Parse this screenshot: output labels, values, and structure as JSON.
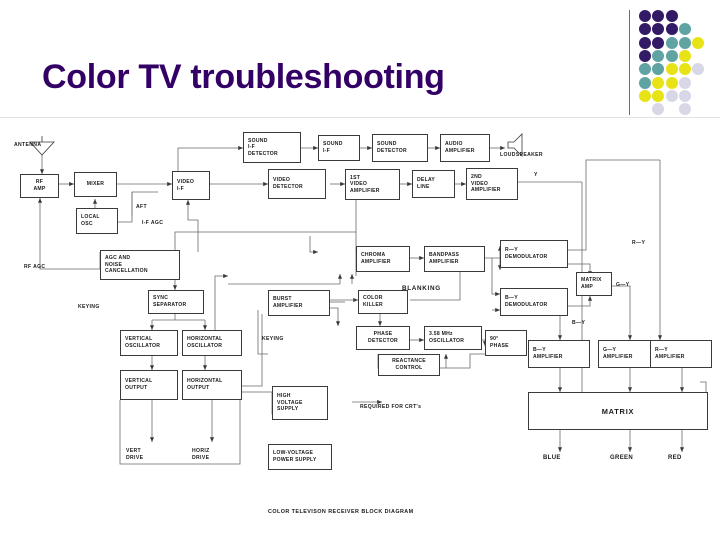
{
  "slide": {
    "title": "Color TV troubleshooting",
    "title_color": "#330066"
  },
  "decoration": {
    "name": "dot-grid-motif",
    "colors": {
      "purple": "#331a66",
      "teal": "#5fa3a3",
      "yellow": "#e8e317",
      "lavender": "#d7d7e8"
    },
    "dots": [
      {
        "col": 0,
        "row": 0,
        "color": "#331a66"
      },
      {
        "col": 1,
        "row": 0,
        "color": "#331a66"
      },
      {
        "col": 2,
        "row": 0,
        "color": "#331a66"
      },
      {
        "col": 0,
        "row": 1,
        "color": "#331a66"
      },
      {
        "col": 1,
        "row": 1,
        "color": "#331a66"
      },
      {
        "col": 2,
        "row": 1,
        "color": "#331a66"
      },
      {
        "col": 3,
        "row": 1,
        "color": "#5fa3a3"
      },
      {
        "col": 0,
        "row": 2,
        "color": "#331a66"
      },
      {
        "col": 1,
        "row": 2,
        "color": "#331a66"
      },
      {
        "col": 2,
        "row": 2,
        "color": "#5fa3a3"
      },
      {
        "col": 3,
        "row": 2,
        "color": "#5fa3a3"
      },
      {
        "col": 4,
        "row": 2,
        "color": "#e8e317"
      },
      {
        "col": 0,
        "row": 3,
        "color": "#331a66"
      },
      {
        "col": 1,
        "row": 3,
        "color": "#5fa3a3"
      },
      {
        "col": 2,
        "row": 3,
        "color": "#5fa3a3"
      },
      {
        "col": 3,
        "row": 3,
        "color": "#e8e317"
      },
      {
        "col": 0,
        "row": 4,
        "color": "#5fa3a3"
      },
      {
        "col": 1,
        "row": 4,
        "color": "#5fa3a3"
      },
      {
        "col": 2,
        "row": 4,
        "color": "#e8e317"
      },
      {
        "col": 3,
        "row": 4,
        "color": "#e8e317"
      },
      {
        "col": 4,
        "row": 4,
        "color": "#d7d7e8"
      },
      {
        "col": 0,
        "row": 5,
        "color": "#5fa3a3"
      },
      {
        "col": 1,
        "row": 5,
        "color": "#e8e317"
      },
      {
        "col": 2,
        "row": 5,
        "color": "#e8e317"
      },
      {
        "col": 3,
        "row": 5,
        "color": "#d7d7e8"
      },
      {
        "col": 0,
        "row": 6,
        "color": "#e8e317"
      },
      {
        "col": 1,
        "row": 6,
        "color": "#e8e317"
      },
      {
        "col": 2,
        "row": 6,
        "color": "#d7d7e8"
      },
      {
        "col": 3,
        "row": 6,
        "color": "#d7d7e8"
      },
      {
        "col": 1,
        "row": 7,
        "color": "#d7d7e8"
      },
      {
        "col": 3,
        "row": 7,
        "color": "#d7d7e8"
      }
    ]
  },
  "diagram": {
    "caption": "COLOR TELEVISON RECEIVER BLOCK DIAGRAM",
    "blocks": {
      "rf_amp": "RF\nAMP",
      "mixer": "MIXER",
      "local_osc": "LOCAL\nOSC",
      "agc_noise": "AGC AND\nNOISE\nCANCELLATION",
      "video_if": "VIDEO\nI-F",
      "sound_if_detector": "SOUND\nI-F\nDETECTOR",
      "sound_if": "SOUND\nI-F",
      "sound_detector": "SOUND\nDETECTOR",
      "audio_amplifier": "AUDIO\nAMPLIFIER",
      "video_detector": "VIDEO\nDETECTOR",
      "first_video_amplifier": "1ST\nVIDEO\nAMPLIFIER",
      "delay_line": "DELAY\nLINE",
      "second_video_amplifier": "2ND\nVIDEO\nAMPLIFIER",
      "chroma_amplifier": "CHROMA\nAMPLIFIER",
      "bandpass_amplifier": "BANDPASS\nAMPLIFIER",
      "r_y_demodulator": "R—Y\nDEMODULATOR",
      "b_y_demodulator": "B—Y\nDEMODULATOR",
      "matrix_amp": "MATRIX\nAMP",
      "color_killer": "COLOR\nKILLER",
      "burst_amplifier": "BURST\nAMPLIFIER",
      "phase_detector": "PHASE\nDETECTOR",
      "osc_358": "3.58 MHz\nOSCILLATOR",
      "reactance_control": "REACTANCE\nCONTROL",
      "phase_90": "90°\nPHASE",
      "b_y_amplifier": "B—Y\nAMPLIFIER",
      "g_y_amplifier": "G—Y\nAMPLIFIER",
      "r_y_amplifier": "R—Y\nAMPLIFIER",
      "sync_separator": "SYNC\nSEPARATOR",
      "vertical_oscillator": "VERTICAL\nOSCILLATOR",
      "horizontal_oscillator": "HORIZONTAL\nOSCILLATOR",
      "vertical_output": "VERTICAL\nOUTPUT",
      "horizontal_output": "HORIZONTAL\nOUTPUT",
      "high_voltage_supply": "HIGH\nVOLTAGE\nSUPPLY",
      "low_voltage_power_supply": "LOW-VOLTAGE\nPOWER SUPPLY",
      "matrix": "MATRIX"
    },
    "labels": {
      "antenna": "ANTENNA",
      "loudspeaker": "LOUDSPEAKER",
      "aft": "AFT",
      "if_agc": "I-F AGC",
      "rf_agc": "RF AGC",
      "keying_left": "KEYING",
      "keying_burst": "KEYING",
      "blanking": "BLANKING",
      "y_signal": "Y",
      "r_y_top": "R—Y",
      "g_y": "G—Y",
      "b_y": "B—Y",
      "b_y_2": "B—Y",
      "required_for_crts": "REQUIRED FOR CRT's",
      "vert_drive": "VERT\nDRIVE",
      "horiz_drive": "HORIZ\nDRIVE",
      "out_blue": "BLUE",
      "out_green": "GREEN",
      "out_red": "RED"
    }
  }
}
